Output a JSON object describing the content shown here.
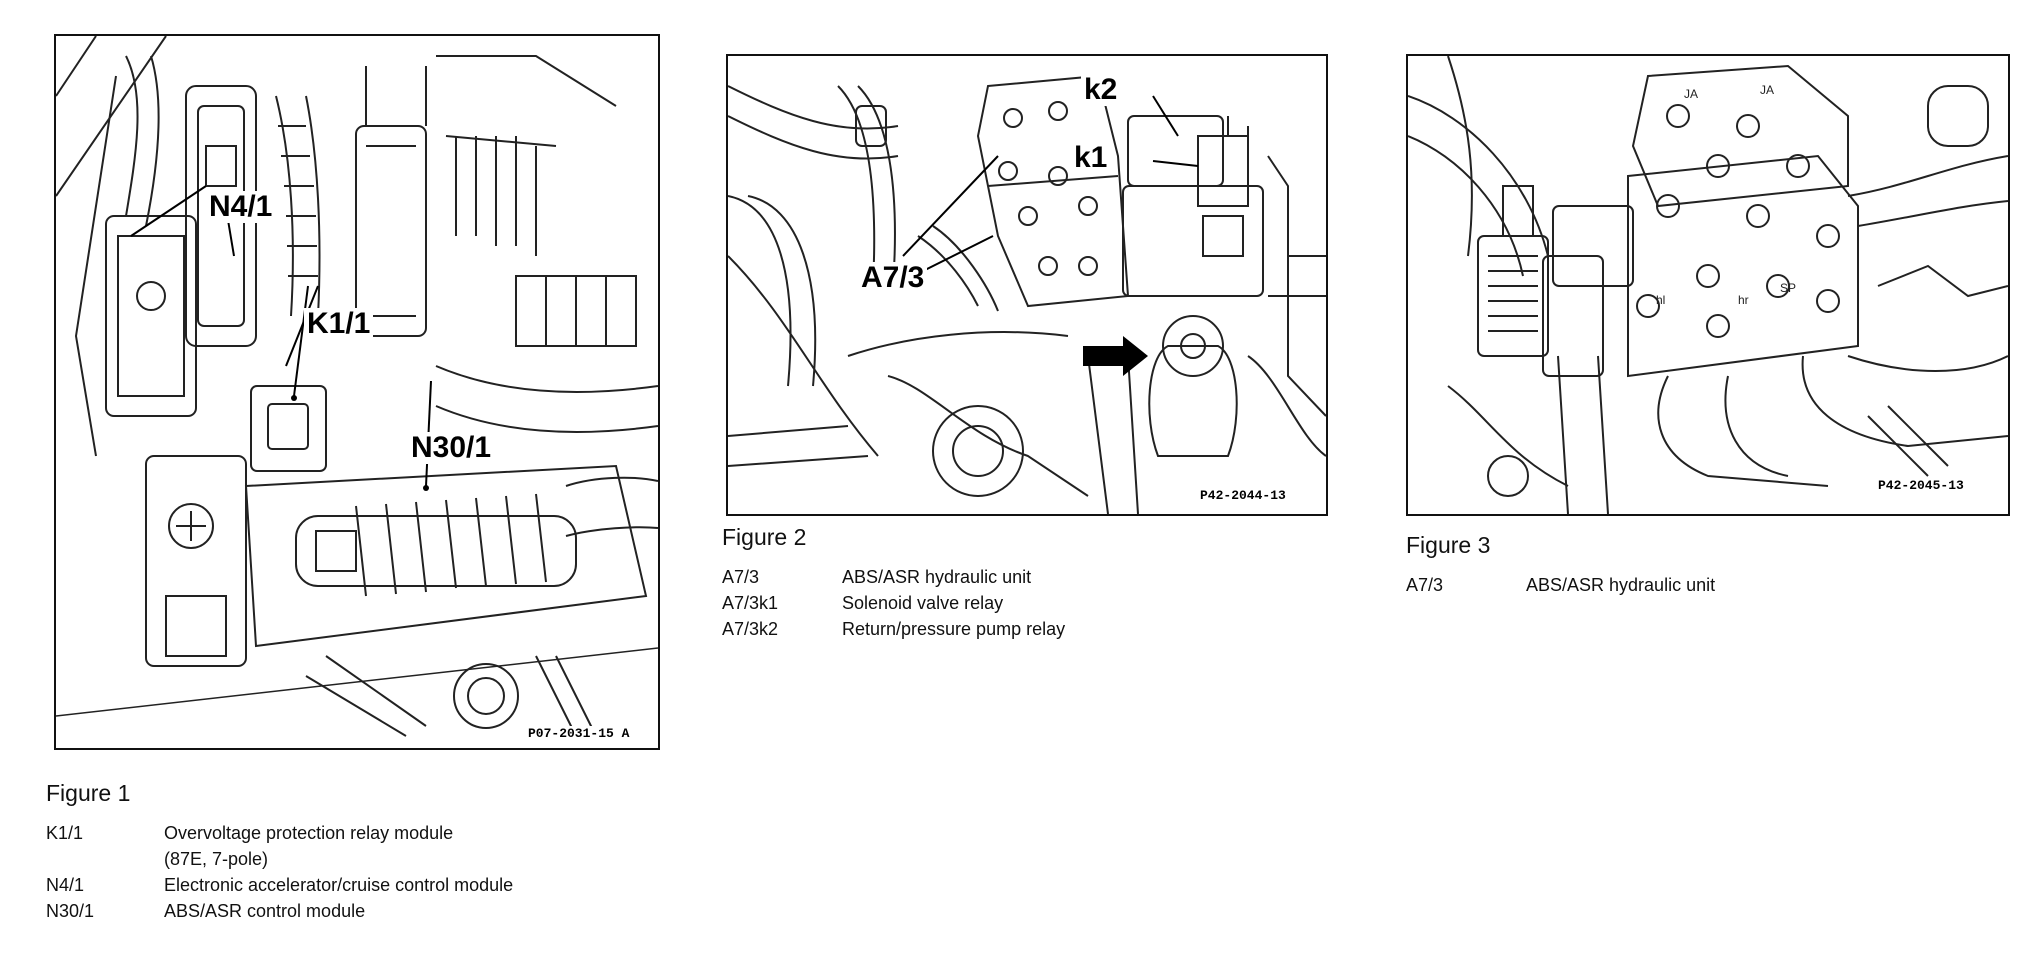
{
  "figures": [
    {
      "title": "Figure 1",
      "callouts": {
        "n4_1": "N4/1",
        "k1_1": "K1/1",
        "n30_1": "N30/1"
      },
      "part_number": "P07-2031-15 A",
      "legend": [
        {
          "code": "K1/1",
          "desc": "Overvoltage protection relay module",
          "desc2": "(87E, 7-pole)"
        },
        {
          "code": "N4/1",
          "desc": "Electronic accelerator/cruise control module"
        },
        {
          "code": "N30/1",
          "desc": "ABS/ASR control module"
        }
      ]
    },
    {
      "title": "Figure 2",
      "callouts": {
        "k2": "k2",
        "k1": "k1",
        "a7_3": "A7/3"
      },
      "part_number": "P42-2044-13",
      "legend": [
        {
          "code": "A7/3",
          "desc": "ABS/ASR hydraulic unit"
        },
        {
          "code": "A7/3k1",
          "desc": "Solenoid valve relay"
        },
        {
          "code": "A7/3k2",
          "desc": "Return/pressure pump relay"
        }
      ]
    },
    {
      "title": "Figure 3",
      "part_number": "P42-2045-13",
      "legend": [
        {
          "code": "A7/3",
          "desc": "ABS/ASR hydraulic unit"
        }
      ]
    }
  ]
}
